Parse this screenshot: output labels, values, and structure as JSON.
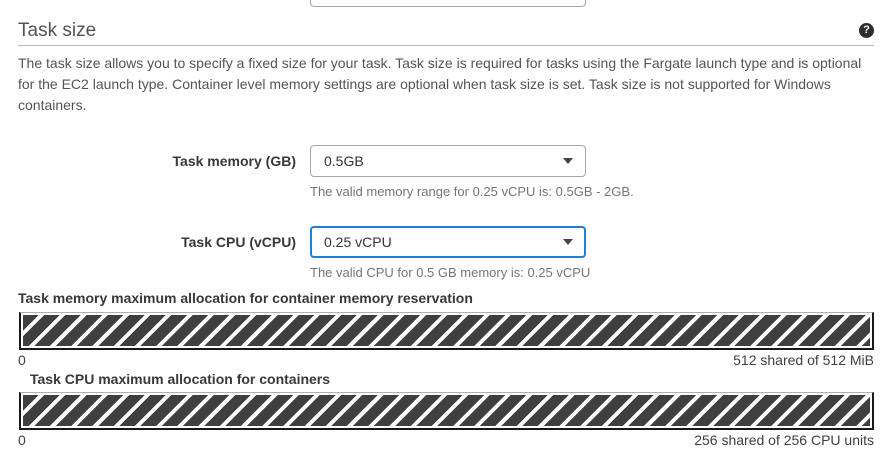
{
  "header": {
    "title": "Task size"
  },
  "icons": {
    "help": "?"
  },
  "description": "The task size allows you to specify a fixed size for your task. Task size is required for tasks using the Fargate launch type and is optional for the EC2 launch type. Container level memory settings are optional when task size is set. Task size is not supported for Windows containers.",
  "form": {
    "memory": {
      "label": "Task memory (GB)",
      "value": "0.5GB",
      "helper": "The valid memory range for 0.25 vCPU is: 0.5GB - 2GB."
    },
    "cpu": {
      "label": "Task CPU (vCPU)",
      "value": "0.25 vCPU",
      "helper": "The valid CPU for 0.5 GB memory is: 0.25 vCPU"
    }
  },
  "allocation_bars": [
    {
      "label": "Task memory maximum allocation for container memory reservation",
      "min": "0",
      "summary": "512 shared of 512 MiB",
      "fill_percent": 100
    },
    {
      "label": "Task CPU maximum allocation for containers",
      "min": "0",
      "summary": "256 shared of 256 CPU units",
      "fill_percent": 100
    }
  ],
  "colors": {
    "focus_blue": "#1f7fd6",
    "stripe_dark": "#3f3f3f",
    "divider": "#b9b9b9"
  }
}
